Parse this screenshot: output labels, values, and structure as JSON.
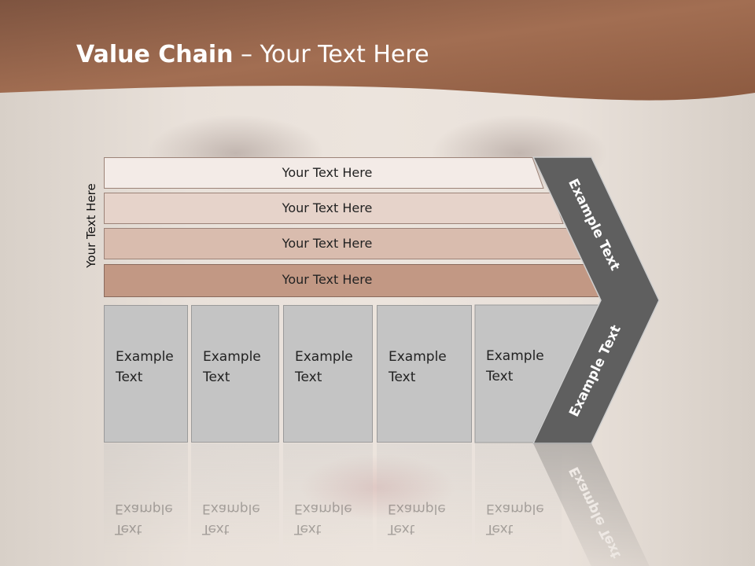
{
  "title": {
    "bold": "Value Chain",
    "rest": " – Your Text Here"
  },
  "side_label": "Your Text Here",
  "bars": [
    {
      "label": "Your Text Here",
      "color": "#f3ebe7"
    },
    {
      "label": "Your Text Here",
      "color": "#e6d3ca"
    },
    {
      "label": "Your Text Here",
      "color": "#d9bcae"
    },
    {
      "label": "Your Text Here",
      "color": "#c29884"
    }
  ],
  "cards": [
    {
      "line1": "Example",
      "line2": "Text"
    },
    {
      "line1": "Example",
      "line2": "Text"
    },
    {
      "line1": "Example",
      "line2": "Text"
    },
    {
      "line1": "Example",
      "line2": "Text"
    },
    {
      "line1": "Example",
      "line2": "Text"
    }
  ],
  "chevron": {
    "upper_text": "Example Text",
    "lower_text": "Example Text",
    "color": "#5f5f5f"
  },
  "colors": {
    "header_dark": "#7a4e38",
    "header_light": "#a66c4e",
    "card": "#c4c4c4"
  }
}
